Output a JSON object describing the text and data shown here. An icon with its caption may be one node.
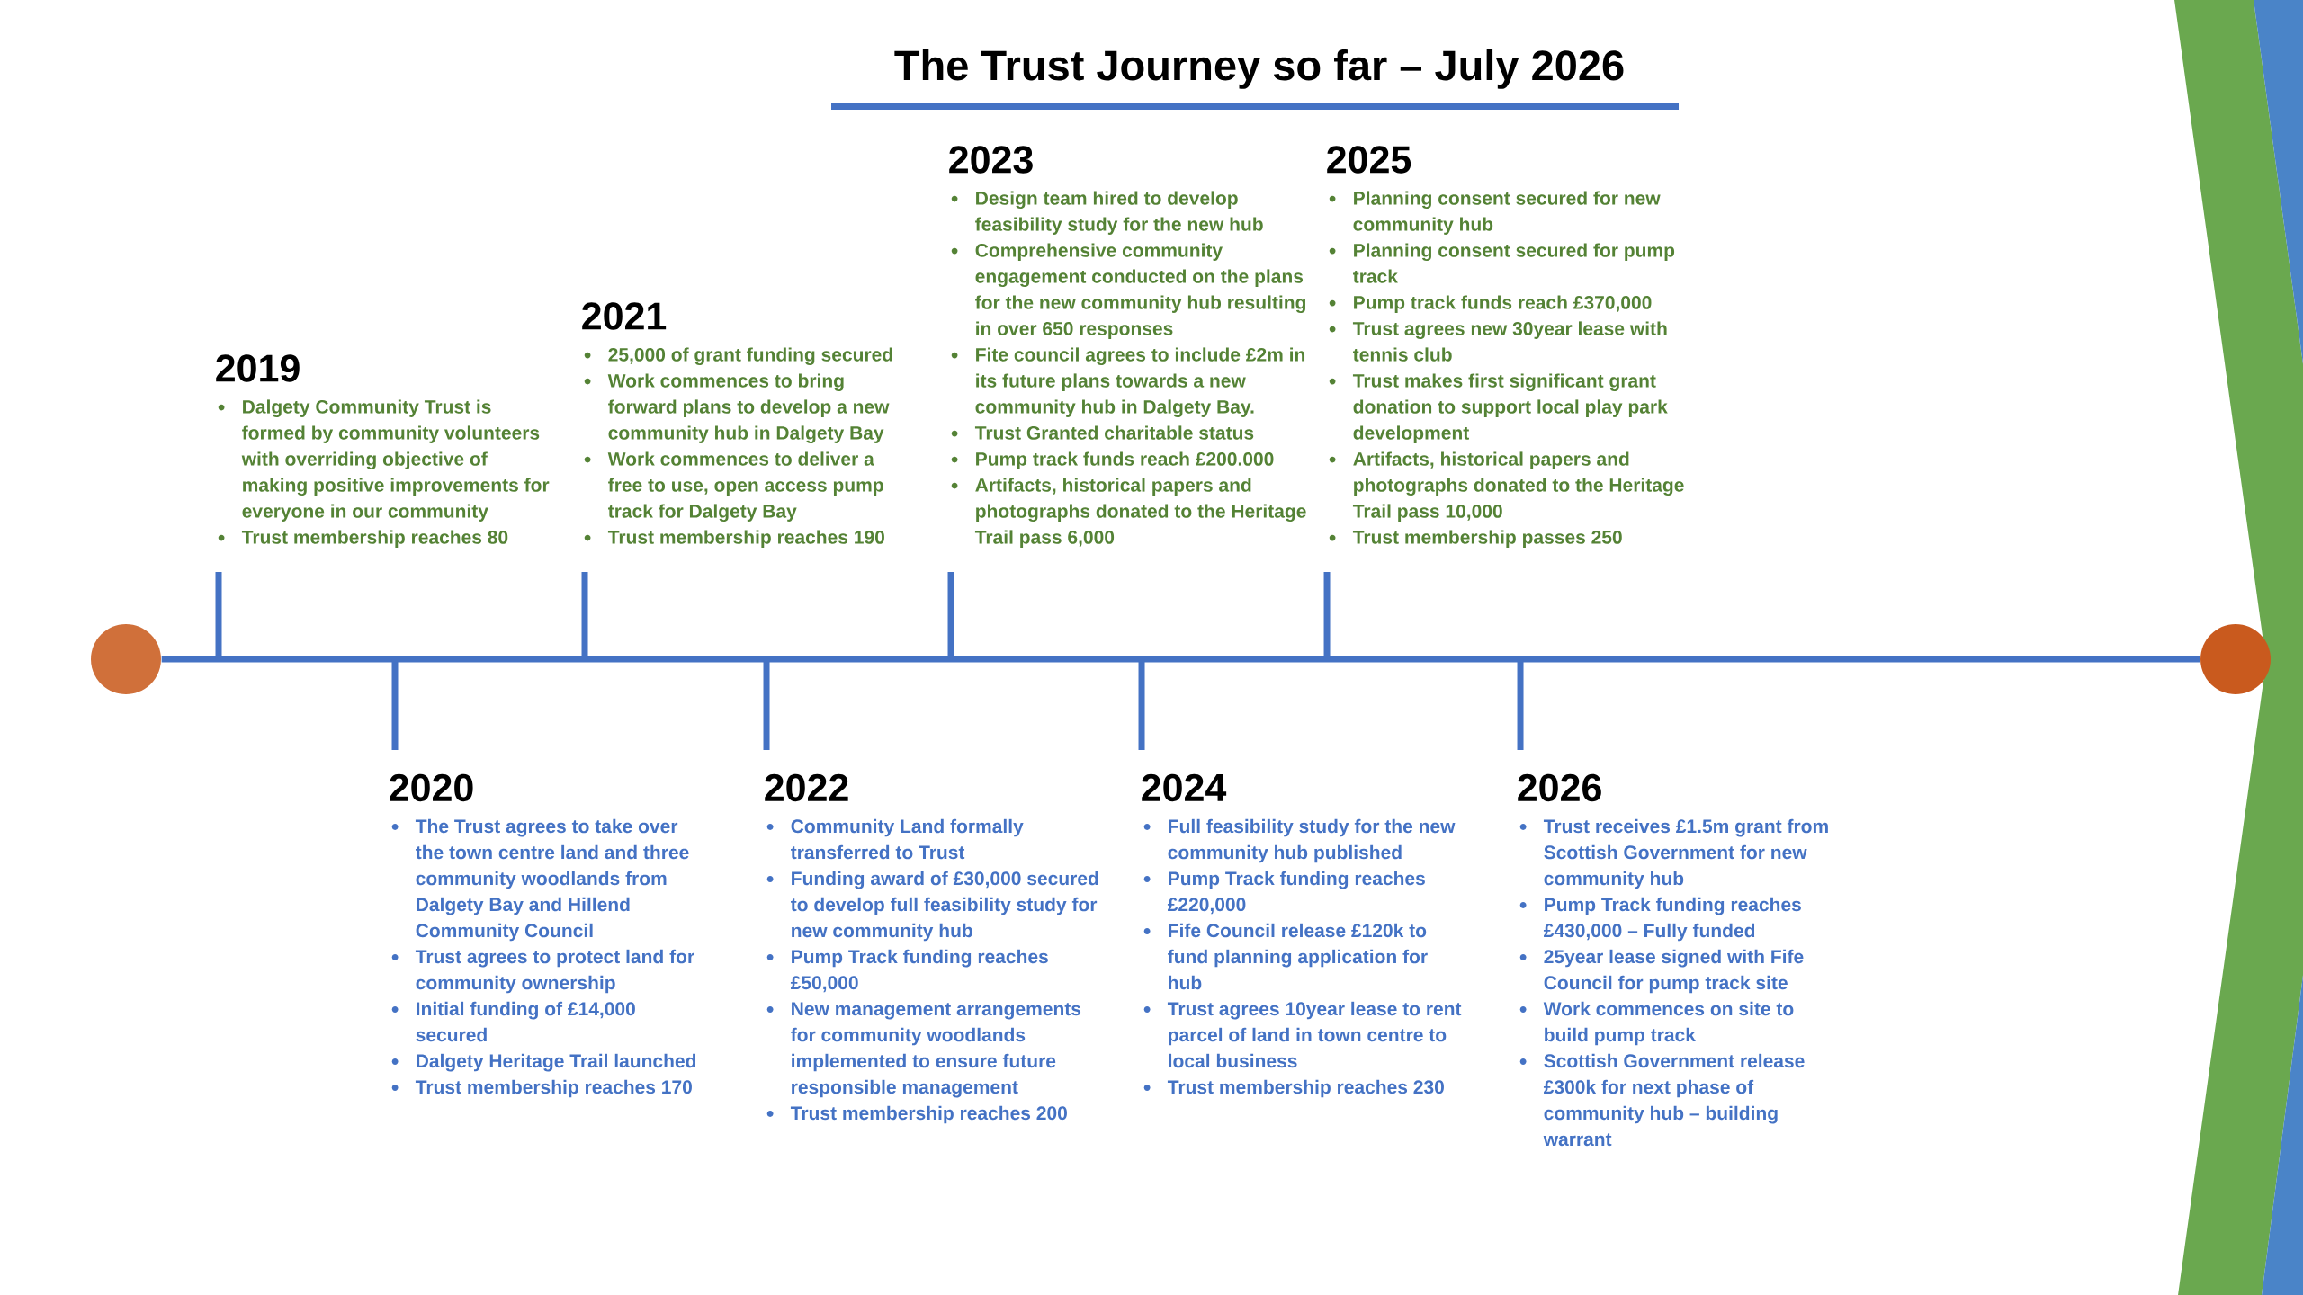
{
  "diagram": {
    "title": "The Trust Journey so far – July 2026",
    "nodes": [
      {
        "text": [],
        "shape": "circle"
      },
      {
        "text": [
          "2019",
          "Dalgety Community Trust is formed by community volunteers with overriding objective of making positive improvements for everyone in our community",
          "Trust membership reaches 80"
        ]
      },
      {
        "text": [
          "2020",
          "The Trust agrees to take over the town centre land and three community woodlands from Dalgety Bay and Hillend Community Council",
          "Trust agrees to protect land for community ownership",
          "Initial funding of £14,000 secured",
          "Dalgety Heritage Trail launched",
          "Trust membership reaches 170"
        ]
      },
      {
        "text": [
          "2021",
          "25,000 of grant funding secured",
          "Work commences to bring forward plans to develop a new community hub in Dalgety Bay",
          "Work commences to deliver a free to use, open access pump track for Dalgety Bay",
          "Trust membership reaches 190"
        ]
      },
      {
        "text": [
          "2022",
          "Community Land formally transferred to Trust",
          "Funding award of £30,000 secured to develop full feasibility study for new community hub",
          "Pump Track funding reaches £50,000",
          "New management arrangements for community woodlands implemented to ensure future responsible management",
          "Trust membership reaches 200"
        ]
      },
      {
        "text": [
          "2023",
          "Design team hired to develop feasibility study for the new hub",
          "Comprehensive community engagement conducted on the plans for the new community hub resulting in over 650 responses",
          "Fite council agrees to include £2m in its future plans towards a new community hub in Dalgety Bay.",
          "Trust Granted charitable status",
          "Pump track funds reach £200.000",
          "Artifacts, historical papers and photographs donated to the Heritage Trail pass 6,000"
        ]
      },
      {
        "text": [
          "2024",
          "Full feasibility study for the new community hub published",
          "Pump Track funding reaches £220,000",
          "Fife Council release £120k to fund planning application for hub",
          "Trust agrees 10year lease to rent parcel of land in town centre to local business",
          "Trust membership reaches 230"
        ]
      },
      {
        "text": [
          "2025",
          "Planning consent secured for new community hub",
          "Planning consent secured for pump track",
          "Pump track funds reach £370,000",
          "Trust agrees new 30year lease with tennis club",
          "Trust makes first significant grant donation to support local play park development",
          "Artifacts, historical papers and photographs donated to the Heritage Trail pass 10,000",
          "Trust membership passes 250"
        ]
      },
      {
        "text": [
          "2026",
          "Trust receives £1.5m grant from Scottish Government for new community hub",
          "Pump Track funding reaches £430,000 – Fully funded",
          "25year lease signed with Fife Council for pump track site",
          "Work commences on site to build pump track",
          "Scottish Government release £300k for next phase of community hub – building warrant"
        ]
      },
      {
        "text": [],
        "shape": "circle"
      }
    ],
    "edges": [
      {
        "from": 0,
        "to": 9,
        "arrow": "none"
      },
      {
        "from": null,
        "to": 1,
        "arrow": "none"
      },
      {
        "from": null,
        "to": 2,
        "arrow": "none"
      },
      {
        "from": null,
        "to": 3,
        "arrow": "none"
      },
      {
        "from": null,
        "to": 4,
        "arrow": "none"
      },
      {
        "from": null,
        "to": 5,
        "arrow": "none"
      },
      {
        "from": null,
        "to": 6,
        "arrow": "none"
      },
      {
        "from": null,
        "to": 7,
        "arrow": "none"
      },
      {
        "from": null,
        "to": 8,
        "arrow": "none"
      }
    ]
  }
}
